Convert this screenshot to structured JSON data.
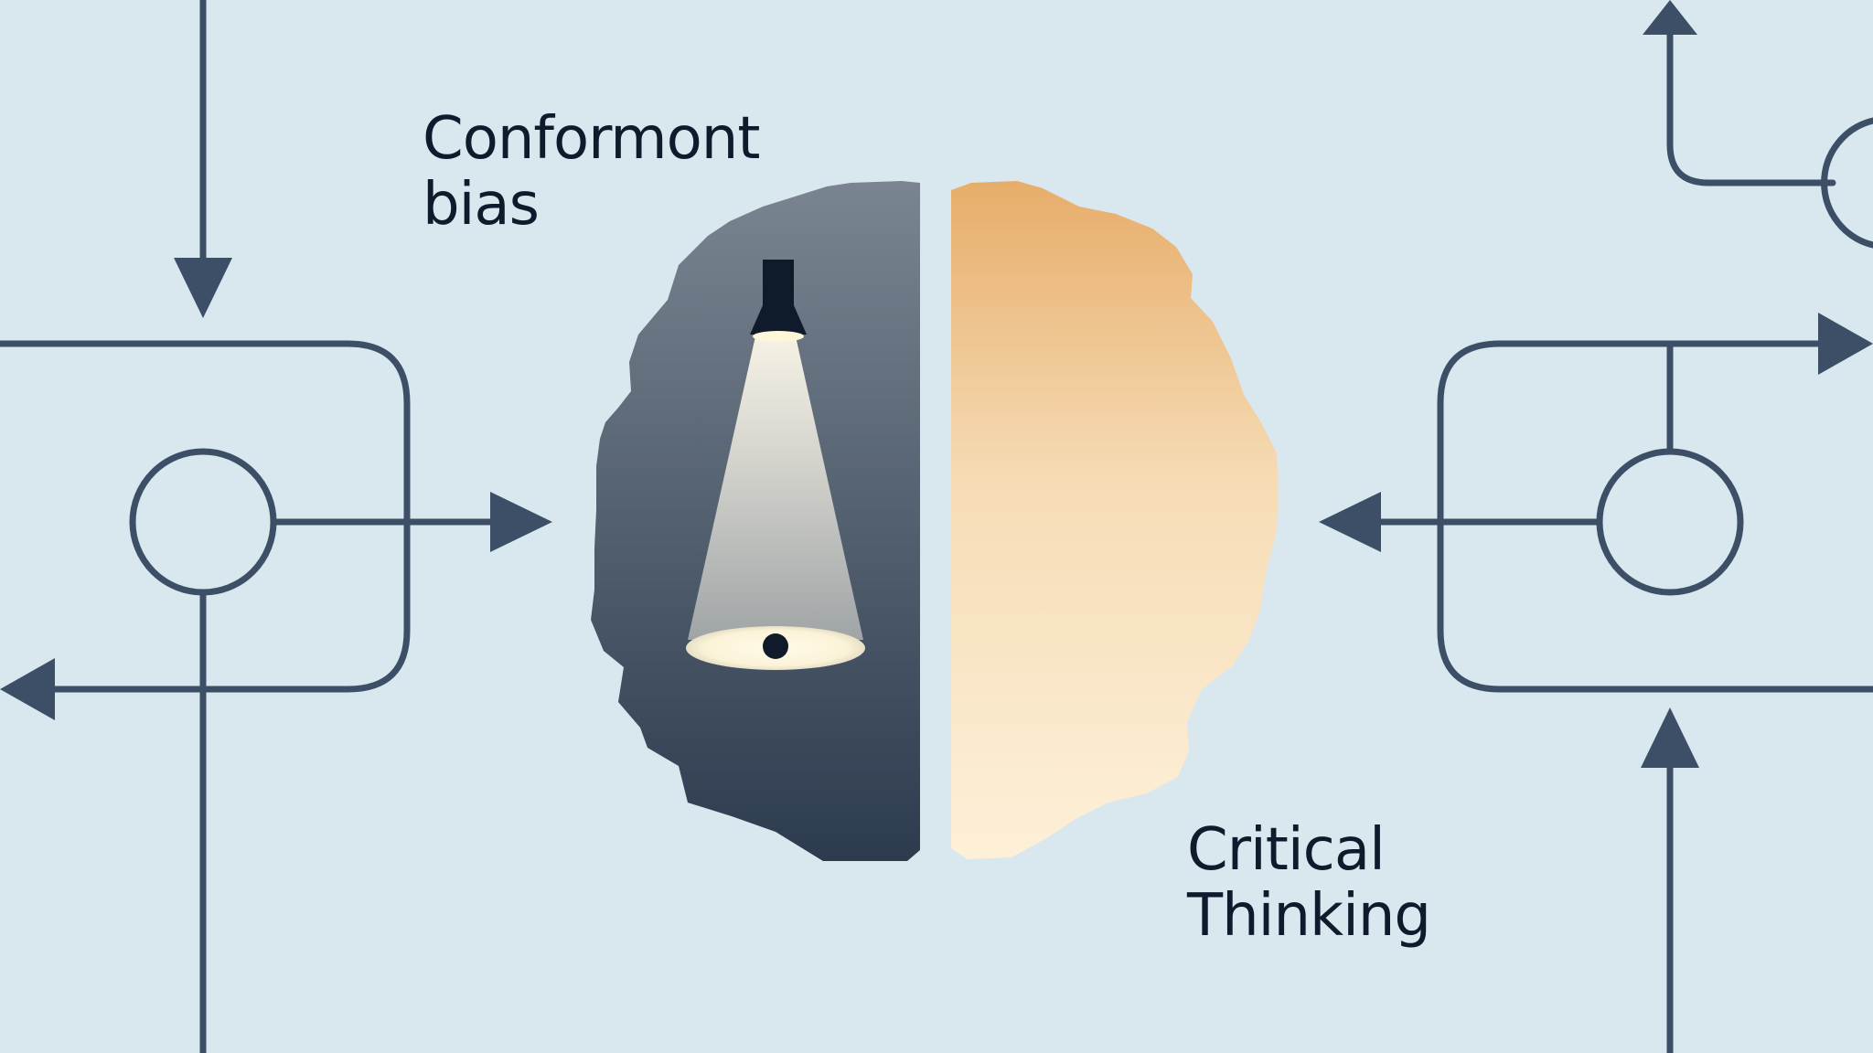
{
  "labels": {
    "left": {
      "line1": "Conformont",
      "line2": "bias"
    },
    "right": {
      "line1": "Critical",
      "line2": "Thinking"
    }
  },
  "colors": {
    "background": "#d9e7ee",
    "line": "#3c4f66",
    "brain_left_top": "#7a8591",
    "brain_left_bottom": "#2c3b4e",
    "brain_right_top": "#e7ad6a",
    "brain_right_bottom": "#fdf0d8",
    "text": "#0f1b2c"
  },
  "icons": {
    "spotlight": "spotlight-lamp-icon",
    "target": "eye-dot-icon"
  }
}
